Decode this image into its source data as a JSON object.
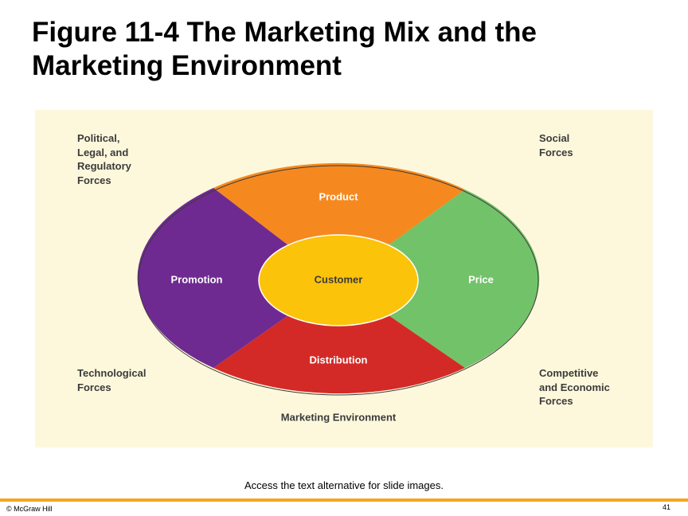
{
  "title": "Figure 11-4 The Marketing Mix and the Marketing Environment",
  "diagram": {
    "center": "Customer",
    "segments": {
      "product": "Product",
      "price": "Price",
      "distribution": "Distribution",
      "promotion": "Promotion"
    },
    "environment_label": "Marketing Environment",
    "forces": {
      "top_left": "Political,\nLegal, and\nRegulatory\nForces",
      "top_right": "Social\nForces",
      "bottom_left": "Technological\nForces",
      "bottom_right": "Competitive\nand Economic\nForces"
    },
    "colors": {
      "product": "#f5891f",
      "price": "#72c269",
      "distribution": "#d42a27",
      "promotion": "#6f2a91",
      "customer": "#fcc30b",
      "panel": "#fdf8dc"
    }
  },
  "text_alternative_link": "Access the text alternative for slide images.",
  "footer": {
    "copyright": "© McGraw Hill",
    "page_number": "41"
  }
}
